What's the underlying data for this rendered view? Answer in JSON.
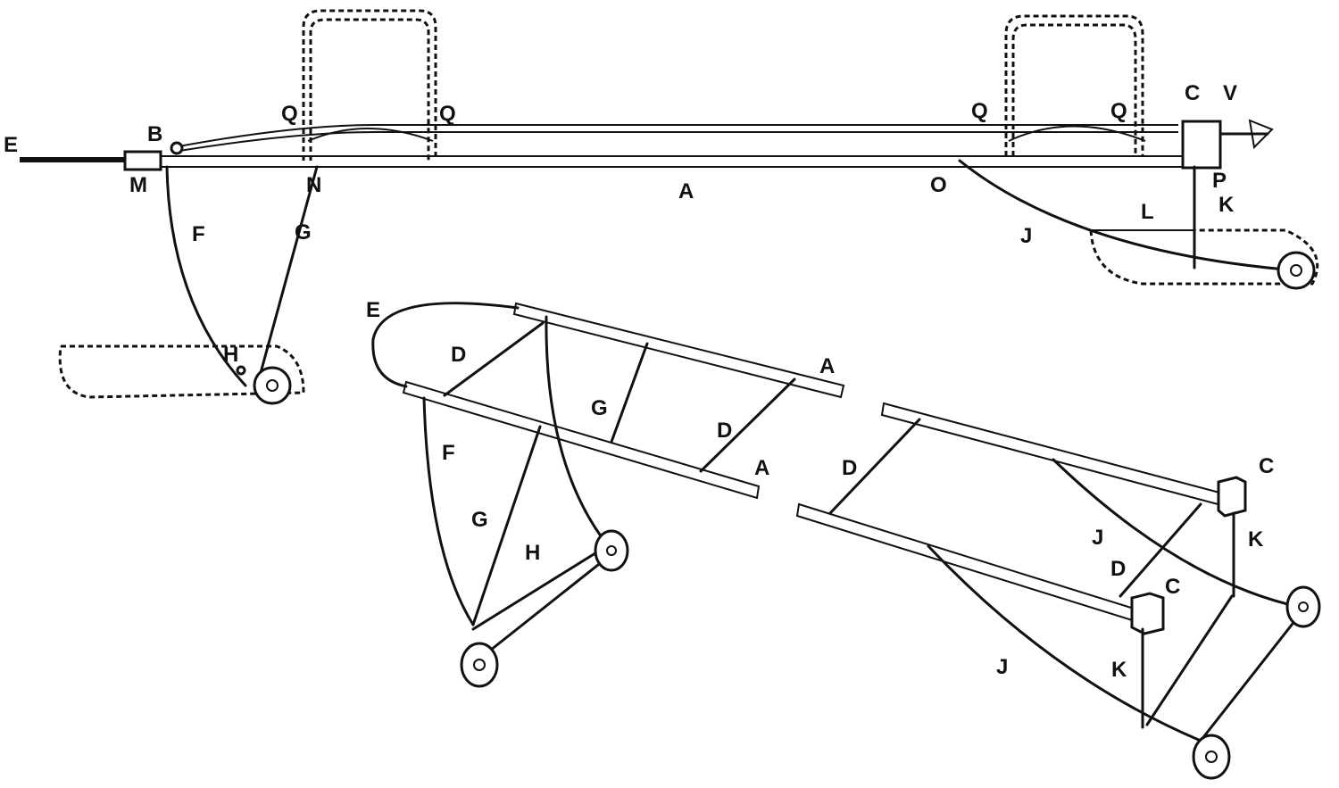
{
  "side_view": {
    "labels": [
      "E",
      "B",
      "M",
      "Q",
      "Q",
      "N",
      "F",
      "G",
      "H",
      "A",
      "Q",
      "Q",
      "C",
      "V",
      "P",
      "O",
      "K",
      "J",
      "L"
    ]
  },
  "front_frame": {
    "labels": [
      "E",
      "D",
      "A",
      "G",
      "D",
      "F",
      "A",
      "G",
      "H"
    ]
  },
  "rear_frame": {
    "labels": [
      "D",
      "C",
      "J",
      "D",
      "C",
      "K",
      "J",
      "K"
    ]
  }
}
